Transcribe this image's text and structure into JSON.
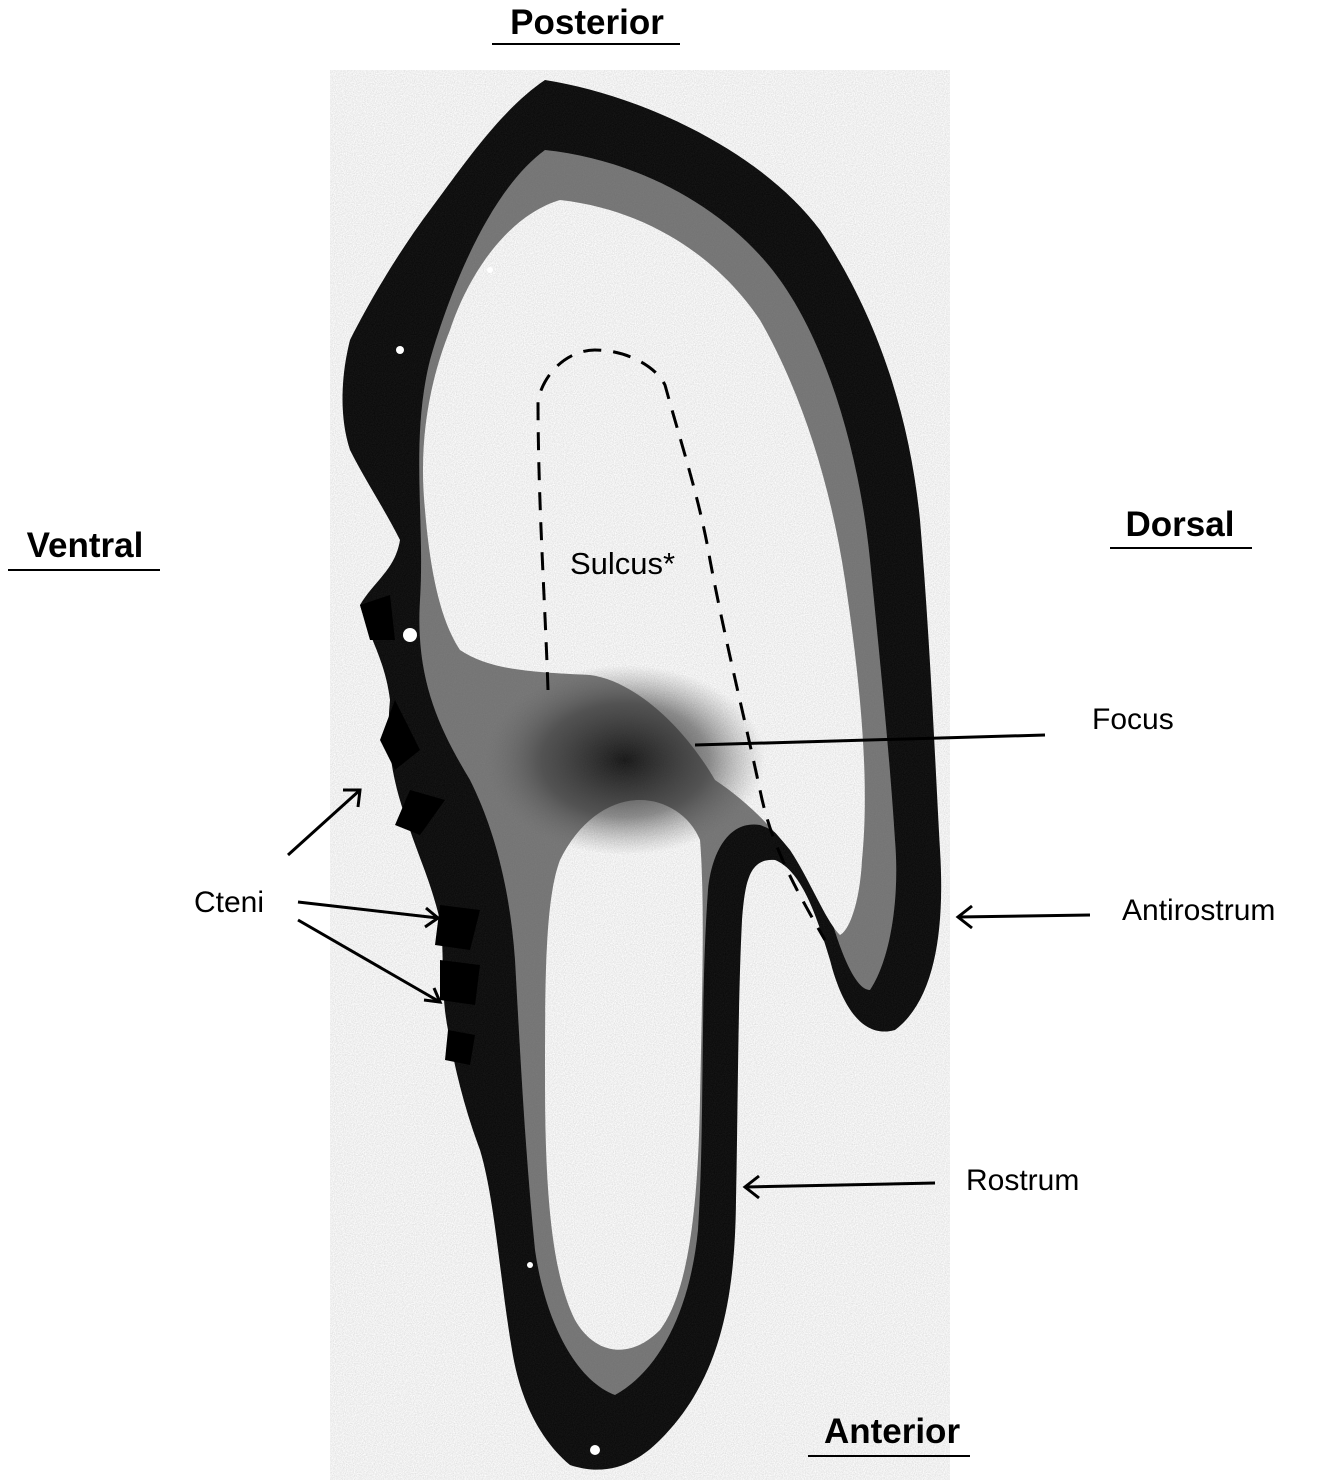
{
  "orientation": {
    "posterior": "Posterior",
    "ventral": "Ventral",
    "dorsal": "Dorsal",
    "anterior": "Anterior"
  },
  "labels": {
    "sulcus": "Sulcus*",
    "focus": "Focus",
    "cteni": "Cteni",
    "antirostrum": "Antirostrum",
    "rostrum": "Rostrum"
  }
}
